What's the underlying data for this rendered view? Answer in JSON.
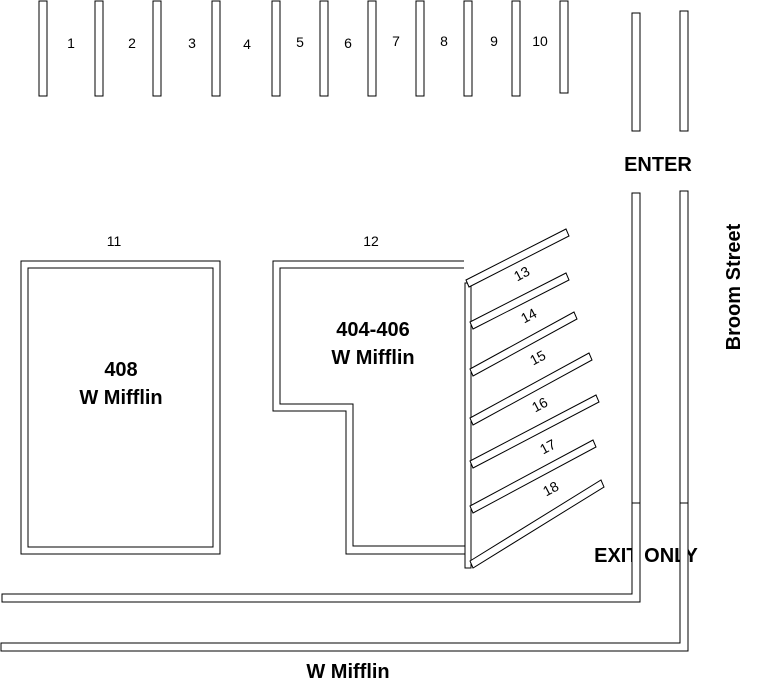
{
  "top_spaces": [
    "1",
    "2",
    "3",
    "4",
    "5",
    "6",
    "7",
    "8",
    "9",
    "10"
  ],
  "angled_spaces": [
    "13",
    "14",
    "15",
    "16",
    "17",
    "18"
  ],
  "lot_11": "11",
  "lot_12": "12",
  "building_408": {
    "line1": "408",
    "line2": "W Mifflin"
  },
  "building_404": {
    "line1": "404-406",
    "line2": "W Mifflin"
  },
  "enter_label": "ENTER",
  "exit_label": "EXIT ONLY",
  "street_right": "Broom Street",
  "street_bottom": "W Mifflin",
  "colors": {
    "line": "#000000",
    "background": "#ffffff"
  }
}
